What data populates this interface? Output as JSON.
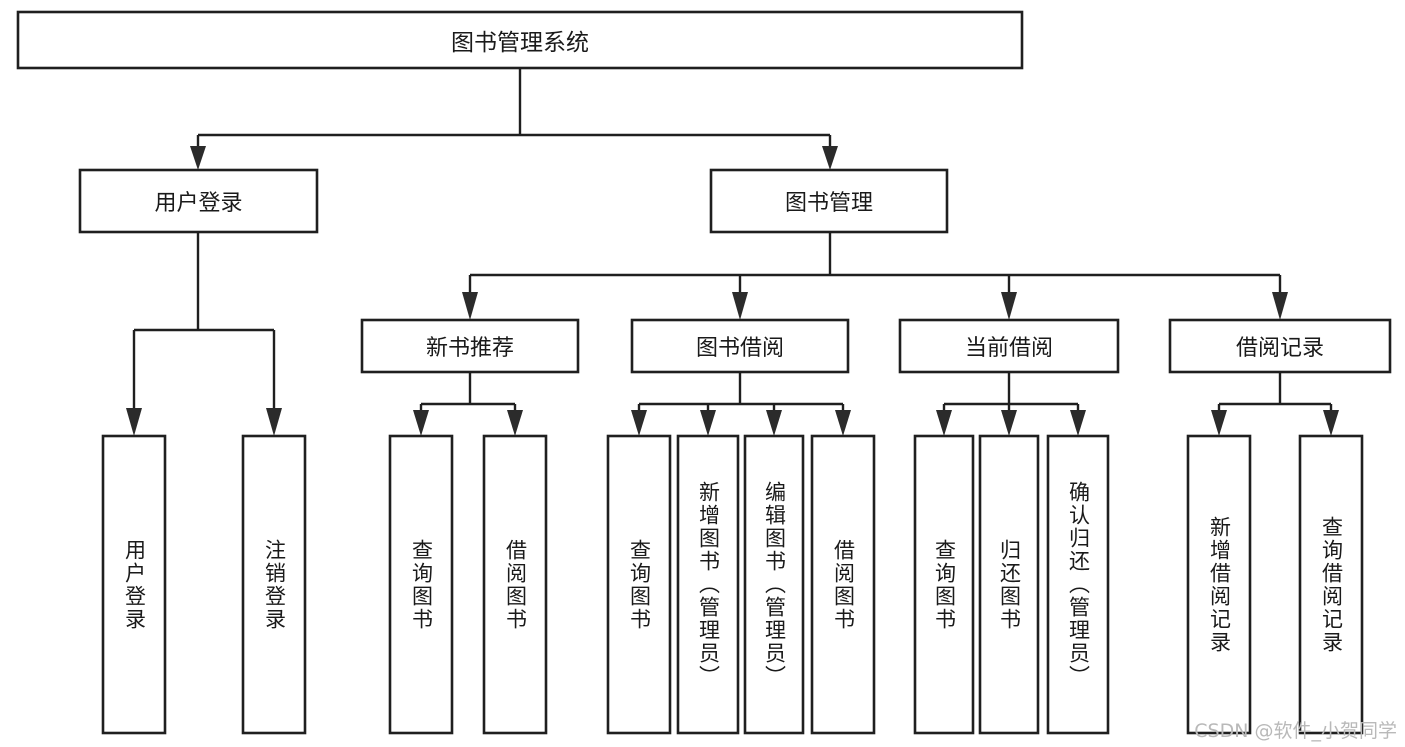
{
  "diagram": {
    "title": "图书管理系统",
    "type": "tree-hierarchy",
    "watermark": "CSDN @软件_小贺同学",
    "root": {
      "label": "图书管理系统"
    },
    "level2": [
      {
        "label": "用户登录"
      },
      {
        "label": "图书管理"
      }
    ],
    "level3": [
      {
        "label": "新书推荐"
      },
      {
        "label": "图书借阅"
      },
      {
        "label": "当前借阅"
      },
      {
        "label": "借阅记录"
      }
    ],
    "leaves": {
      "user_login": [
        {
          "label": "用户登录"
        },
        {
          "label": "注销登录"
        }
      ],
      "new_book_recommend": [
        {
          "label": "查询图书"
        },
        {
          "label": "借阅图书"
        }
      ],
      "book_borrow": [
        {
          "label": "查询图书"
        },
        {
          "label": "新增图书（管理员）"
        },
        {
          "label": "编辑图书（管理员）"
        },
        {
          "label": "借阅图书"
        }
      ],
      "current_borrow": [
        {
          "label": "查询图书"
        },
        {
          "label": "归还图书"
        },
        {
          "label": "确认归还（管理员）"
        }
      ],
      "borrow_record": [
        {
          "label": "新增借阅记录"
        },
        {
          "label": "查询借阅记录"
        }
      ]
    },
    "colors": {
      "stroke": "#1f1f1f",
      "fill": "#ffffff",
      "text": "#1a1a1a",
      "watermark": "#b9b9b9"
    }
  }
}
